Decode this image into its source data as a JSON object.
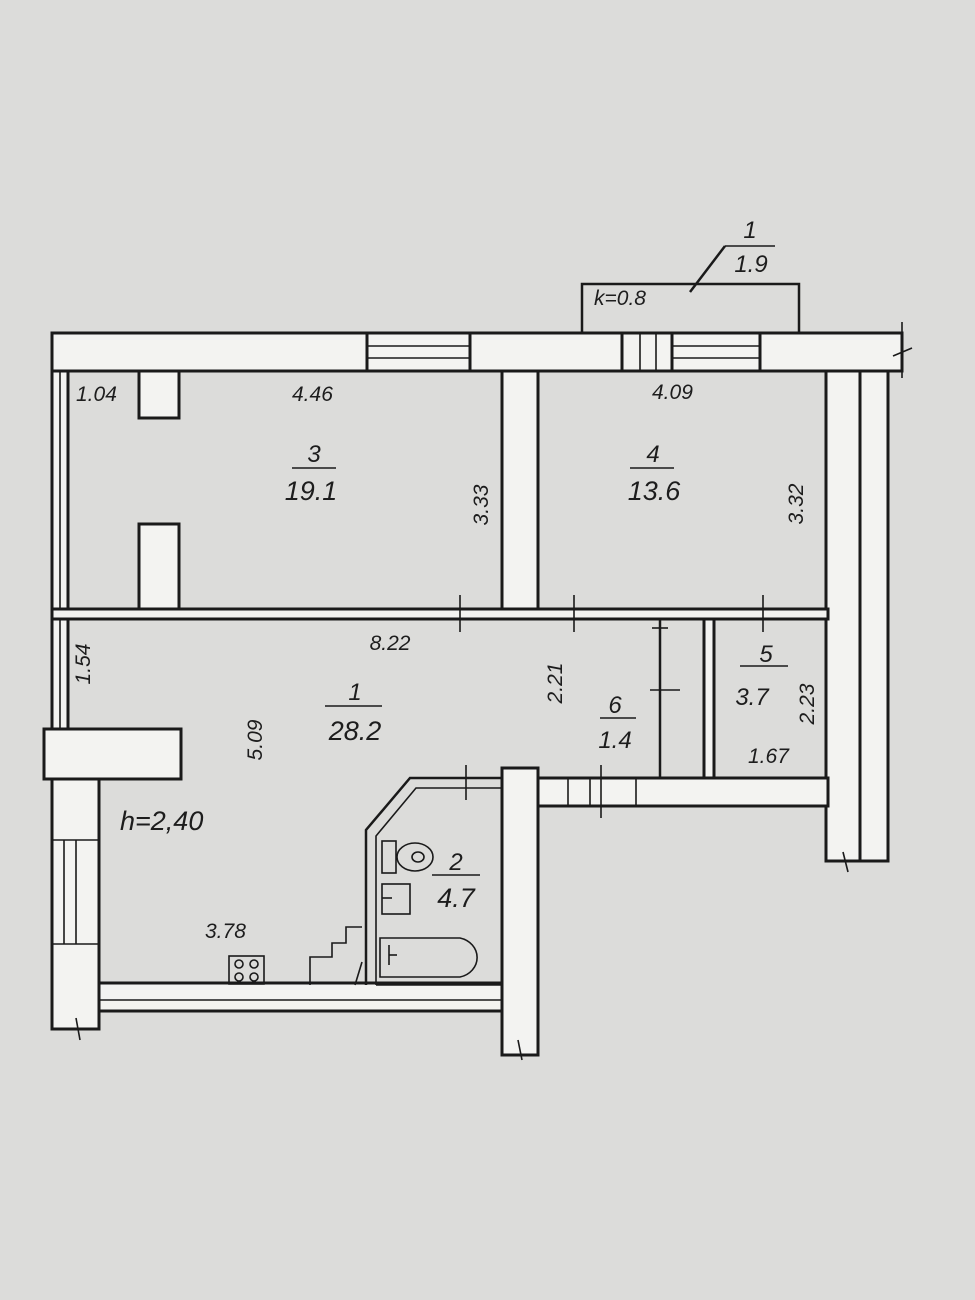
{
  "balcony": {
    "number": "1",
    "area": "1.9",
    "coefficient": "k=0.8"
  },
  "rooms": [
    {
      "id": "room-3",
      "number": "3",
      "area": "19.1"
    },
    {
      "id": "room-4",
      "number": "4",
      "area": "13.6"
    },
    {
      "id": "room-1",
      "number": "1",
      "area": "28.2"
    },
    {
      "id": "room-6",
      "number": "6",
      "area": "1.4"
    },
    {
      "id": "room-5",
      "number": "5",
      "area": "3.7"
    },
    {
      "id": "room-2",
      "number": "2",
      "area": "4.7"
    }
  ],
  "dimensions": {
    "d_104": "1.04",
    "d_446": "4.46",
    "d_409": "4.09",
    "d_333": "3.33",
    "d_332": "3.32",
    "d_822": "8.22",
    "d_154": "1.54",
    "d_509": "5.09",
    "d_221": "2.21",
    "d_223": "2.23",
    "d_167": "1.67",
    "d_378": "3.78"
  },
  "ceiling_height": "h=2,40"
}
